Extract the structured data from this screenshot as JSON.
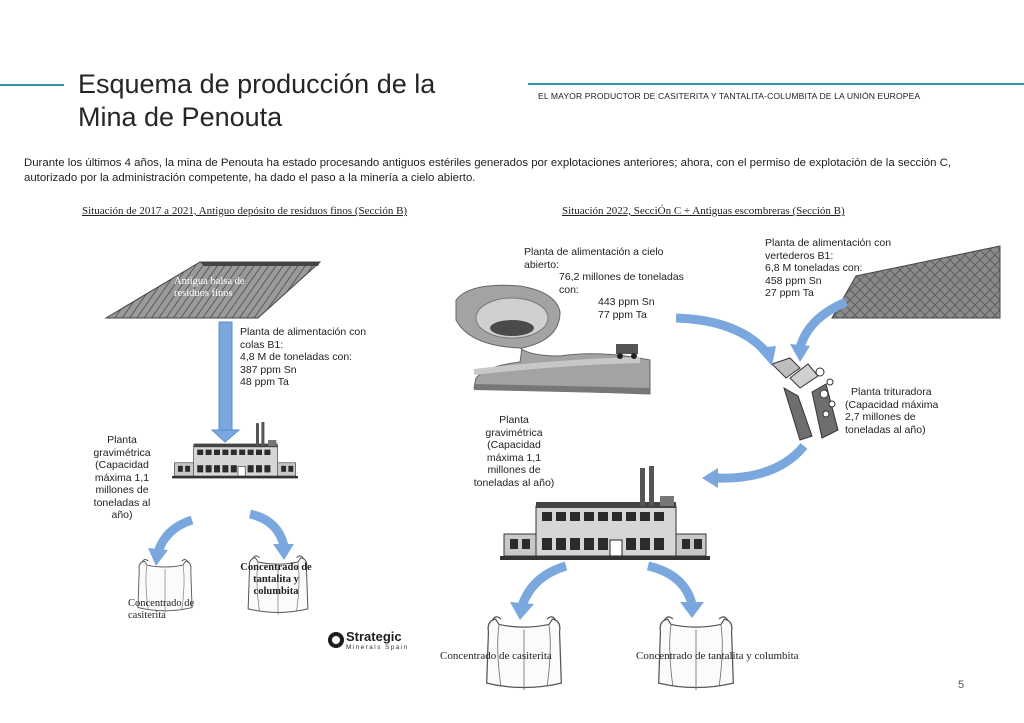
{
  "header": {
    "title_line1": "Esquema de producción de la",
    "title_line2": "Mina de Penouta",
    "subtitle": "EL MAYOR PRODUCTOR DE CASITERITA Y TANTALITA-COLUMBITA DE LA UNIÓN EUROPEA"
  },
  "intro": "Durante los últimos 4 años, la mina de Penouta ha estado procesando antiguos estériles generados por explotaciones anteriores; ahora, con el permiso de explotación de la sección C, autorizado por la administración competente, ha dado el paso a la minería a cielo abierto.",
  "left": {
    "heading": "Situación de 2017 a 2021, Antiguo depósito de residuos finos (Sección B)",
    "balsa_label_1": "Antigua balsa de",
    "balsa_label_2": "residuos finos",
    "feed_1": "Planta de alimentación con",
    "feed_2": "colas B1:",
    "feed_3": "4,8 M de toneladas con:",
    "feed_4": "387 ppm Sn",
    "feed_5": "48 ppm Ta",
    "plant_1": "Planta",
    "plant_2": "gravimétrica",
    "plant_3": "(Capacidad",
    "plant_4": "máxima 1,1",
    "plant_5": "millones de",
    "plant_6": "toneladas al",
    "plant_7": "año)",
    "bag1_1": "Concentrado de",
    "bag1_2": "casiterita",
    "bag2_1": "Concentrado de",
    "bag2_2": "tantalita y",
    "bag2_3": "columbita"
  },
  "right": {
    "heading": "Situación 2022, SecciÓn C + Antiguas escombreras (Sección B)",
    "open_1": "Planta de alimentación a cielo",
    "open_2": "abierto:",
    "open_3": "76,2 millones de toneladas",
    "open_4": "con:",
    "open_5": "443 ppm Sn",
    "open_6": "77 ppm Ta",
    "dump_1": "Planta de alimentación con",
    "dump_2": "vertederos B1:",
    "dump_3": "6,8 M toneladas con:",
    "dump_4": "458 ppm Sn",
    "dump_5": "27 ppm Ta",
    "crusher_1": "Planta trituradora",
    "crusher_2": "(Capacidad máxima",
    "crusher_3": "2,7 millones de",
    "crusher_4": "toneladas al año)",
    "plant_1": "Planta",
    "plant_2": "gravimétrica",
    "plant_3": "(Capacidad",
    "plant_4": "máxima 1,1",
    "plant_5": "millones de",
    "plant_6": "toneladas al año)",
    "bag1": "Concentrado de casiterita",
    "bag2": "Concentrado de tantalita y columbita"
  },
  "logo": {
    "name": "Strategic",
    "sub": "Minerals Spain"
  },
  "page_number": "5",
  "colors": {
    "accent": "#2e93a8",
    "arrow": "#7aa8de",
    "arrow_edge": "#5a8ccf"
  }
}
